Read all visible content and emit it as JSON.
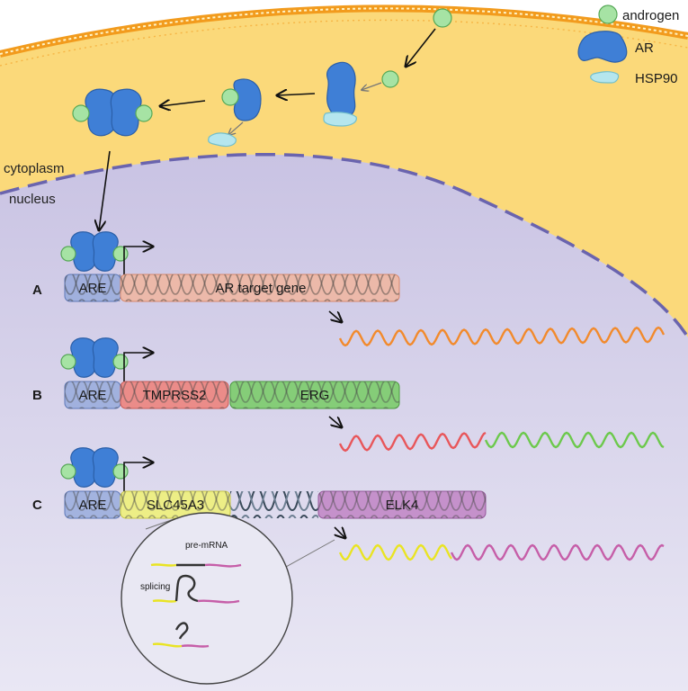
{
  "legend": {
    "androgen": "androgen",
    "ar": "AR",
    "hsp90": "HSP90"
  },
  "compartments": {
    "cytoplasm": "cytoplasm",
    "nucleus": "nucleus"
  },
  "rows": {
    "a": {
      "letter": "A",
      "are": "ARE",
      "gene": "AR target gene"
    },
    "b": {
      "letter": "B",
      "are": "ARE",
      "gene1": "TMPRSS2",
      "gene2": "ERG"
    },
    "c": {
      "letter": "C",
      "are": "ARE",
      "gene1": "SLC45A3",
      "gene2": "ELK4"
    }
  },
  "inset": {
    "premrna": "pre-mRNA",
    "splicing": "splicing"
  },
  "colors": {
    "androgen": "#a6e3a4",
    "ar": "#3f7fd6",
    "hsp90": "#b5e6ee",
    "are": "#8fa6d9",
    "ar_target": "#f2b49a",
    "tmprss2": "#ef7f78",
    "erg": "#7ccc6b",
    "slc45a3": "#eef07a",
    "elk4": "#c288c6",
    "rna_orange": "#f28a2c",
    "rna_red": "#e8565a",
    "rna_green": "#6cc94c",
    "rna_yellow": "#e9e423",
    "rna_magenta": "#c65ea8"
  }
}
